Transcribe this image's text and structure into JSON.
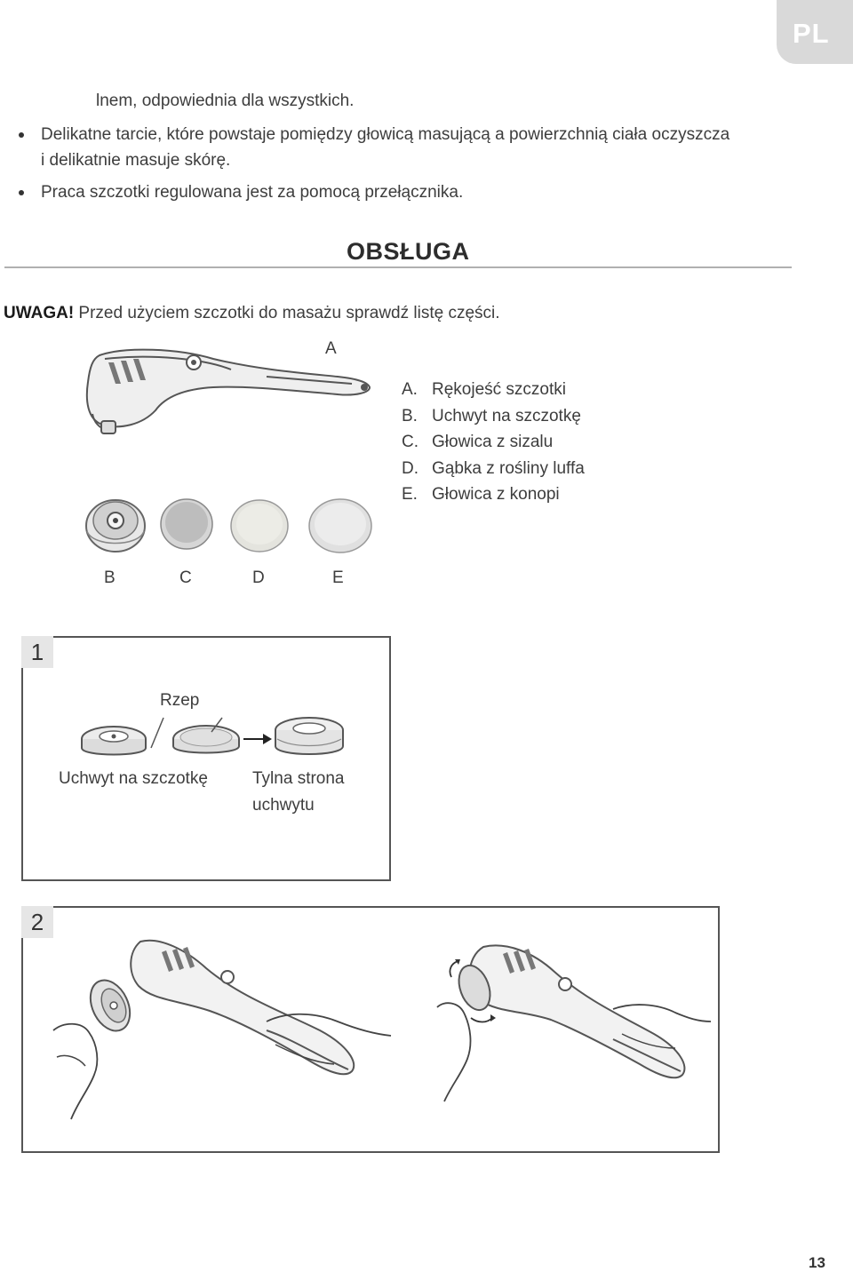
{
  "lang_tab": "PL",
  "intro": {
    "continuation": "lnem, odpowiednia dla wszystkich.",
    "bullets": [
      {
        "line1": "Delikatne tarcie, które powstaje pomiędzy głowicą masującą a powierzchnią ciała oczyszcza",
        "line2": "i delikatnie masuje skórę."
      },
      {
        "line1": "Praca szczotki regulowana jest za pomocą przełącznika."
      }
    ]
  },
  "section_title": "OBSŁUGA",
  "warning": {
    "label": "UWAGA!",
    "text": " Przed użyciem szczotki do masażu sprawdź listę części."
  },
  "parts_figure": {
    "label_a": "A",
    "labels_bottom": [
      "B",
      "C",
      "D",
      "E"
    ]
  },
  "parts_list": [
    {
      "key": "A.",
      "text": "Rękojeść szczotki"
    },
    {
      "key": "B.",
      "text": "Uchwyt na szczotkę"
    },
    {
      "key": "C.",
      "text": "Głowica z sizalu"
    },
    {
      "key": "D.",
      "text": "Gąbka z rośliny luffa"
    },
    {
      "key": "E.",
      "text": "Głowica z konopi"
    }
  ],
  "step1": {
    "number": "1",
    "label_velcro": "Rzep",
    "label_holder": "Uchwyt na szczotkę",
    "label_back_line1": "Tylna strona",
    "label_back_line2": "uchwytu"
  },
  "step2": {
    "number": "2"
  },
  "page_number": "13"
}
